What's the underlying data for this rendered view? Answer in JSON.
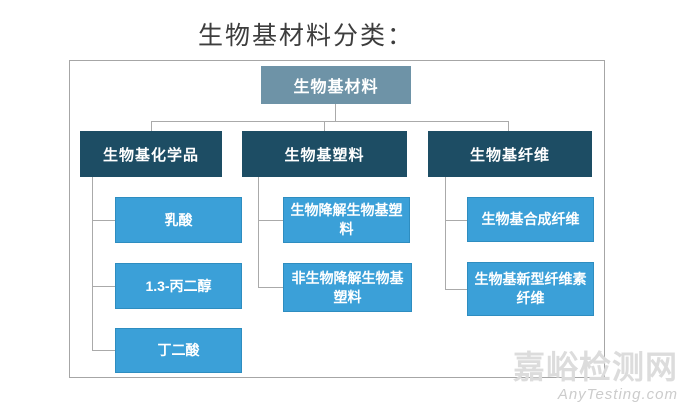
{
  "title": "生物基材料分类：",
  "colors": {
    "root_bg": "#6e93a7",
    "level2_bg": "#1d4d64",
    "level3_bg": "#3ba0d8",
    "connector_line": "#aaaaaa",
    "frame_border": "#a6a6a6",
    "box_text": "#ffffff",
    "title_text": "#3d3d3d",
    "watermark_text": "#dcdcdc"
  },
  "tree": {
    "root": {
      "label": "生物基材料"
    },
    "branches": [
      {
        "label": "生物基化学品",
        "children": [
          "乳酸",
          "1.3-丙二醇",
          "丁二酸"
        ]
      },
      {
        "label": "生物基塑料",
        "children": [
          "生物降解生物基塑料",
          "非生物降解生物基塑料"
        ]
      },
      {
        "label": "生物基纤维",
        "children": [
          "生物基合成纤维",
          "生物基新型纤维素纤维"
        ]
      }
    ]
  },
  "watermark": {
    "name": "嘉峪检测网",
    "url": "AnyTesting.com"
  }
}
